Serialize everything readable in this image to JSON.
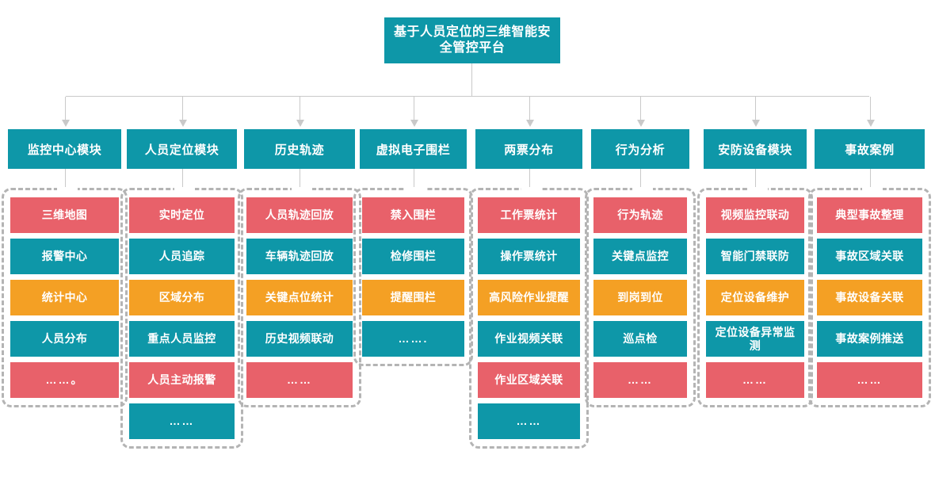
{
  "title": "基于人员定位的三维智能安全管控平台",
  "colors": {
    "teal": "#0e97a8",
    "red": "#e8616a",
    "orange": "#f4a024",
    "connector": "#c9c9c9",
    "group_border": "#b4b4b4",
    "background": "#ffffff"
  },
  "columns": [
    {
      "module": "监控中心模块",
      "items": [
        {
          "label": "三维地图",
          "color": "red"
        },
        {
          "label": "报警中心",
          "color": "teal"
        },
        {
          "label": "统计中心",
          "color": "orange"
        },
        {
          "label": "人员分布",
          "color": "teal"
        },
        {
          "label": "……。",
          "color": "red"
        }
      ]
    },
    {
      "module": "人员定位模块",
      "items": [
        {
          "label": "实时定位",
          "color": "red"
        },
        {
          "label": "人员追踪",
          "color": "teal"
        },
        {
          "label": "区域分布",
          "color": "orange"
        },
        {
          "label": "重点人员监控",
          "color": "teal"
        },
        {
          "label": "人员主动报警",
          "color": "red"
        },
        {
          "label": "……",
          "color": "teal"
        }
      ]
    },
    {
      "module": "历史轨迹",
      "items": [
        {
          "label": "人员轨迹回放",
          "color": "red"
        },
        {
          "label": "车辆轨迹回放",
          "color": "teal"
        },
        {
          "label": "关键点位统计",
          "color": "orange"
        },
        {
          "label": "历史视频联动",
          "color": "teal"
        },
        {
          "label": "……",
          "color": "red"
        }
      ]
    },
    {
      "module": "虚拟电子围栏",
      "items": [
        {
          "label": "禁入围栏",
          "color": "red"
        },
        {
          "label": "检修围栏",
          "color": "teal"
        },
        {
          "label": "提醒围栏",
          "color": "orange"
        },
        {
          "label": "…….",
          "color": "teal"
        }
      ]
    },
    {
      "module": "两票分布",
      "items": [
        {
          "label": "工作票统计",
          "color": "red"
        },
        {
          "label": "操作票统计",
          "color": "teal"
        },
        {
          "label": "高风险作业提醒",
          "color": "orange"
        },
        {
          "label": "作业视频关联",
          "color": "teal"
        },
        {
          "label": "作业区域关联",
          "color": "red"
        },
        {
          "label": "……",
          "color": "teal"
        }
      ]
    },
    {
      "module": "行为分析",
      "items": [
        {
          "label": "行为轨迹",
          "color": "red"
        },
        {
          "label": "关键点监控",
          "color": "teal"
        },
        {
          "label": "到岗到位",
          "color": "orange"
        },
        {
          "label": "巡点检",
          "color": "teal"
        },
        {
          "label": "……",
          "color": "red"
        }
      ]
    },
    {
      "module": "安防设备模块",
      "items": [
        {
          "label": "视频监控联动",
          "color": "red"
        },
        {
          "label": "智能门禁联防",
          "color": "teal"
        },
        {
          "label": "定位设备维护",
          "color": "orange"
        },
        {
          "label": "定位设备异常监测",
          "color": "teal"
        },
        {
          "label": "……",
          "color": "red"
        }
      ]
    },
    {
      "module": "事故案例",
      "items": [
        {
          "label": "典型事故整理",
          "color": "red"
        },
        {
          "label": "事故区域关联",
          "color": "teal"
        },
        {
          "label": "事故设备关联",
          "color": "orange"
        },
        {
          "label": "事故案例推送",
          "color": "teal"
        },
        {
          "label": "……",
          "color": "red"
        }
      ]
    }
  ],
  "layout": {
    "column_x": [
      10,
      160,
      308,
      454,
      600,
      746,
      888,
      1028
    ],
    "column_w": [
      143,
      139,
      140,
      135,
      135,
      124,
      130,
      139
    ]
  }
}
